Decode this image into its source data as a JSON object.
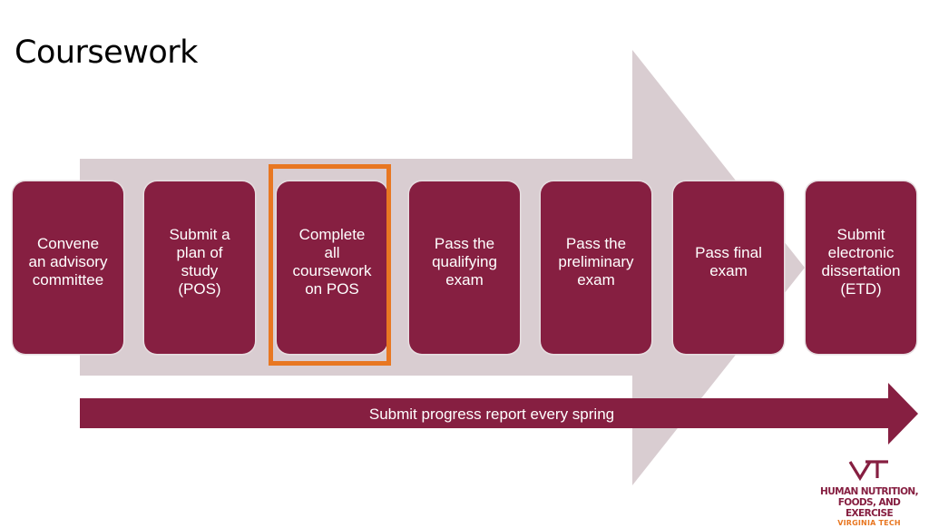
{
  "slide": {
    "title": "Coursework"
  },
  "steps": [
    {
      "label": "Convene\nan advisory\ncommittee"
    },
    {
      "label": "Submit a\nplan of\nstudy\n(POS)"
    },
    {
      "label": "Complete\nall\ncoursework\non POS"
    },
    {
      "label": "Pass the\nqualifying\nexam"
    },
    {
      "label": "Pass the\npreliminary\nexam"
    },
    {
      "label": "Pass final\nexam"
    },
    {
      "label": "Submit\nelectronic\ndissertation\n(ETD)"
    }
  ],
  "highlighted_step": 2,
  "progress_arrow": {
    "label": "Submit progress report every spring"
  },
  "logo": {
    "line1": "HUMAN NUTRITION,",
    "line2": "FOODS, AND EXERCISE",
    "line3": "VIRGINIA TECH"
  },
  "colors": {
    "maroon": "#861F41",
    "orange": "#E87722",
    "arrow_background": "#D9CDD1"
  }
}
